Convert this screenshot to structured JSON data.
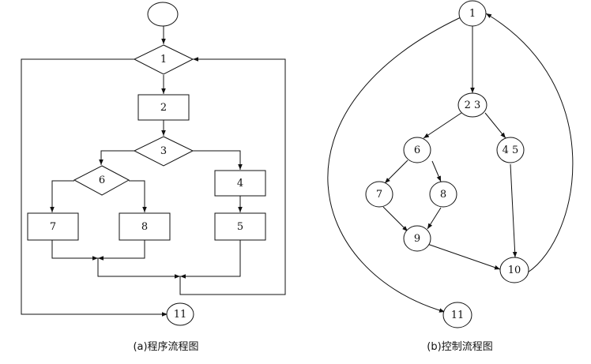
{
  "flowchart": {
    "caption": "(a)程序流程图",
    "start_label": "",
    "nodes": {
      "d1": "1",
      "p2": "2",
      "d3": "3",
      "d6": "6",
      "p4": "4",
      "p7": "7",
      "p8": "8",
      "p5": "5",
      "e11": "11"
    }
  },
  "cfg": {
    "caption": "(b)控制流程图",
    "nodes": {
      "n1": "1",
      "n23": "2 3",
      "n6": "6",
      "n45": "4 5",
      "n7": "7",
      "n8": "8",
      "n9": "9",
      "n10": "10",
      "n11": "11"
    }
  }
}
